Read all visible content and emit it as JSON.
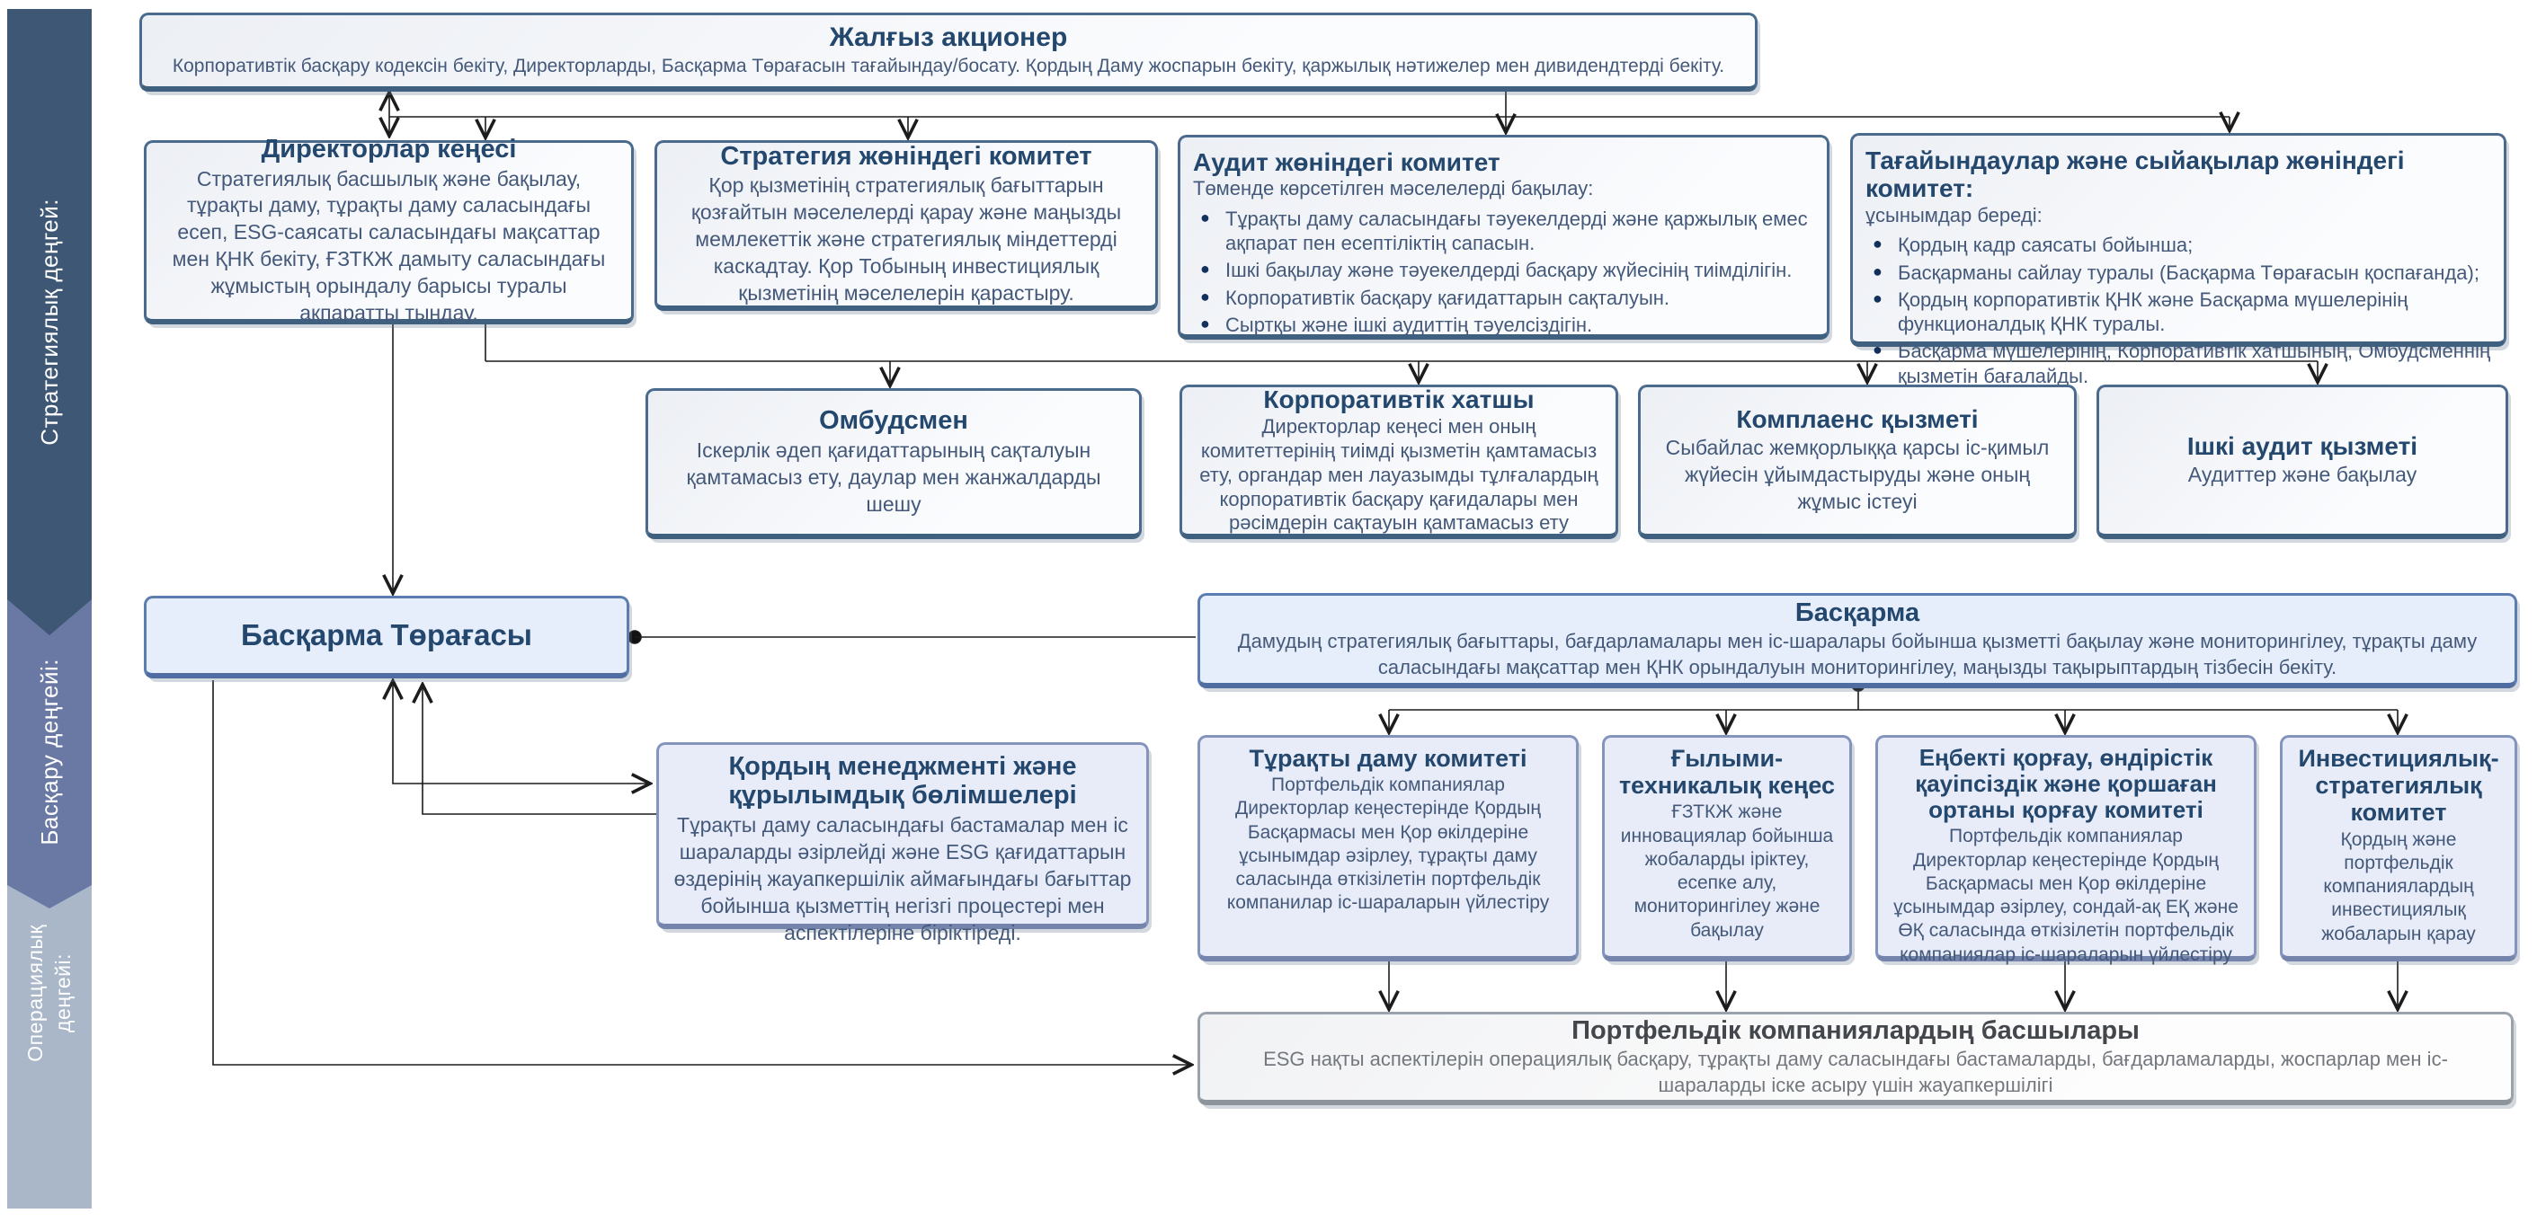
{
  "palette": {
    "band_strategic": "#3d5774",
    "band_management": "#6979a4",
    "band_operational": "#a9b7c9",
    "box_border": "#4a6b8d",
    "box_border_blue": "#5c7db0",
    "box_border_gray": "#9aa2ab",
    "title_text": "#24476e",
    "body_text": "#44597a",
    "connector": "#1c1c1c"
  },
  "sidebar": {
    "levels": [
      {
        "label": "Стратегиялық деңгей:"
      },
      {
        "label": "Басқару деңгейі:"
      },
      {
        "label": "Операциялық деңгейі:",
        "lines": [
          "Операциялық",
          "деңгейі:"
        ]
      }
    ]
  },
  "boxes": {
    "shareholder": {
      "title": "Жалғыз акционер",
      "body": "Корпоративтік басқару кодексін бекіту, Директорларды, Басқарма Төрағасын тағайындау/босату. Қордың Даму жоспарын бекіту, қаржылық нәтижелер мен дивидендтерді бекіту."
    },
    "board_of_directors": {
      "title": "Директорлар кеңесі",
      "body": "Стратегиялық басшылық және бақылау, тұрақты даму, тұрақты даму саласындағы есеп, ESG-саясаты  саласындағы мақсаттар мен ҚНК бекіту, ҒЗТКЖ дамыту саласындағы жұмыстың орындалу барысы туралы ақпаратты тыңдау."
    },
    "strategy_committee": {
      "title": "Стратегия жөніндегі комитет",
      "body": "Қор қызметінің стратегиялық бағыттарын қозғайтын мәселелерді қарау және маңызды мемлекеттік және стратегиялық міндеттерді каскадтау. Қор Тобының инвестициялық қызметінің мәселелерін қарастыру."
    },
    "audit_committee": {
      "title": "Аудит жөніндегі комитет",
      "intro": "Төменде көрсетілген мәселелерді бақылау:",
      "bullets": [
        "Тұрақты даму саласындағы тәуекелдерді және қаржылық емес ақпарат пен есептіліктің сапасын.",
        "Ішкі бақылау және тәуекелдерді басқару жүйесінің тиімділігін.",
        "Корпоративтік басқару қағидаттарын сақталуын.",
        "Сыртқы және ішкі аудиттің тәуелсіздігін."
      ]
    },
    "nomination_committee": {
      "title": "Тағайындаулар және сыйақылар жөніндегі комитет:",
      "intro": "ұсынымдар береді:",
      "bullets": [
        "Қордың кадр саясаты бойынша;",
        "Басқарманы сайлау туралы (Басқарма Төрағасын қоспағанда);",
        "Қордың корпоративтік ҚНК және Басқарма мүшелерінің функционалдық ҚНК туралы.",
        "Басқарма мүшелерінің, Корпоративтік хатшының, Омбудсменнің қызметін бағалайды."
      ]
    },
    "ombudsman": {
      "title": "Омбудсмен",
      "body": "Іскерлік әдеп қағидаттарының сақталуын қамтамасыз ету, даулар мен жанжалдарды шешу"
    },
    "corporate_secretary": {
      "title": "Корпоративтік хатшы",
      "body": "Директорлар кеңесі мен оның комитеттерінің тиімді қызметін қамтамасыз ету, органдар мен лауазымды тұлғалардың корпоративтік басқару қағидалары мен рәсімдерін сақтауын қамтамасыз ету"
    },
    "compliance_service": {
      "title": "Комплаенс қызметі",
      "body": "Сыбайлас жемқорлыққа қарсы іс-қимыл жүйесін ұйымдастыруды және оның жұмыс істеуі"
    },
    "internal_audit": {
      "title": "Ішкі аудит қызметі",
      "body": "Аудиттер және бақылау"
    },
    "ceo": {
      "title": "Басқарма Төрағасы"
    },
    "management_board": {
      "title": "Басқарма",
      "body": "Дамудың стратегиялық бағыттары, бағдарламалары мен іс-шаралары бойынша қызметті бақылау және мониторингілеу, тұрақты даму саласындағы мақсаттар мен ҚНК орындалуын мониторингілеу, маңызды тақырыптардың тізбесін бекіту."
    },
    "fund_management": {
      "title": "Қордың менеджменті және құрылымдық бөлімшелері",
      "body": "Тұрақты даму саласындағы бастамалар мен іс шараларды әзірлейді және ESG қағидаттарын өздерінің жауапкершілік аймағындағы бағыттар бойынша қызметтің негізгі процестері мен аспектілеріне біріктіреді."
    },
    "sustainable_development_committee": {
      "title": "Тұрақты даму комитеті",
      "body": "Портфельдік компаниялар Директорлар кеңестерінде Қордың Басқармасы мен Қор өкілдеріне ұсынымдар әзірлеу, тұрақты даму саласында өткізілетін портфельдік компанилар іс-шараларын үйлестіру"
    },
    "scientific_technical_council": {
      "title": "Ғылыми-техникалық кеңес",
      "body": "ҒЗТКЖ және инновациялар бойынша жобаларды іріктеу, есепке алу, мониторингілеу және бақылау"
    },
    "hse_committee": {
      "title": "Еңбекті қорғау, өндірістік қауіпсіздік және қоршаған ортаны қорғау комитеті",
      "body": "Портфельдік компаниялар Директорлар кеңестерінде Қордың Басқармасы мен Қор өкілдеріне ұсынымдар әзірлеу, сондай-ақ ЕҚ және ӨҚ саласында өткізілетін портфельдік компаниялар іс-шараларын үйлестіру"
    },
    "investment_strategic_committee": {
      "title": "Инвестициялық-стратегиялық комитет",
      "body": "Қордың және портфельдік компаниялардың инвестициялық жобаларын қарау"
    },
    "portfolio_heads": {
      "title": "Портфельдік компаниялардың басшылары",
      "body": "ESG нақты аспектілерін операциялық басқару, тұрақты даму саласындағы бастамаларды, бағдарламаларды, жоспарлар мен іс-шараларды іске асыру үшін жауапкершілігі"
    }
  }
}
